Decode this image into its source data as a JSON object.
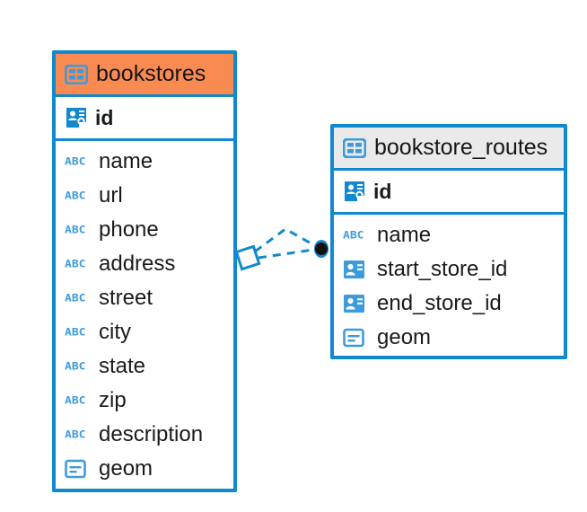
{
  "diagram": {
    "type": "entity-relationship-diagram",
    "background_color": "#ffffff",
    "border_color": "#1289CE",
    "accent_orange": "#F98B52",
    "header_gray": "#EAEAEA",
    "icon_blue": "#3D9BDC",
    "text_color": "#161616"
  },
  "tables": [
    {
      "name": "bookstores",
      "header_icon": "table-icon",
      "header_color": "#F98B52",
      "primary_keys": [
        {
          "label": "id",
          "icon": "primary-key-icon",
          "type": "pk"
        }
      ],
      "fields": [
        {
          "label": "name",
          "icon": "abc-string-icon",
          "type": "string"
        },
        {
          "label": "url",
          "icon": "abc-string-icon",
          "type": "string"
        },
        {
          "label": "phone",
          "icon": "abc-string-icon",
          "type": "string"
        },
        {
          "label": "address",
          "icon": "abc-string-icon",
          "type": "string"
        },
        {
          "label": "street",
          "icon": "abc-string-icon",
          "type": "string"
        },
        {
          "label": "city",
          "icon": "abc-string-icon",
          "type": "string"
        },
        {
          "label": "state",
          "icon": "abc-string-icon",
          "type": "string"
        },
        {
          "label": "zip",
          "icon": "abc-string-icon",
          "type": "string"
        },
        {
          "label": "description",
          "icon": "abc-string-icon",
          "type": "string"
        },
        {
          "label": "geom",
          "icon": "geometry-icon",
          "type": "geometry"
        }
      ]
    },
    {
      "name": "bookstore_routes",
      "header_icon": "table-icon",
      "header_color": "#EAEAEA",
      "primary_keys": [
        {
          "label": "id",
          "icon": "primary-key-icon",
          "type": "pk"
        }
      ],
      "fields": [
        {
          "label": "name",
          "icon": "abc-string-icon",
          "type": "string"
        },
        {
          "label": "start_store_id",
          "icon": "foreign-key-icon",
          "type": "fk"
        },
        {
          "label": "end_store_id",
          "icon": "foreign-key-icon",
          "type": "fk"
        },
        {
          "label": "geom",
          "icon": "geometry-icon",
          "type": "geometry"
        }
      ]
    }
  ],
  "relationship": {
    "source_table": "bookstores",
    "target_table": "bookstore_routes",
    "line_style": "dashed",
    "line_color": "#1289CE",
    "source_endpoint": "diamond",
    "target_endpoint": "filled-circle",
    "target_endpoint_color": "#111111"
  },
  "abc_icon_text": "ABC"
}
